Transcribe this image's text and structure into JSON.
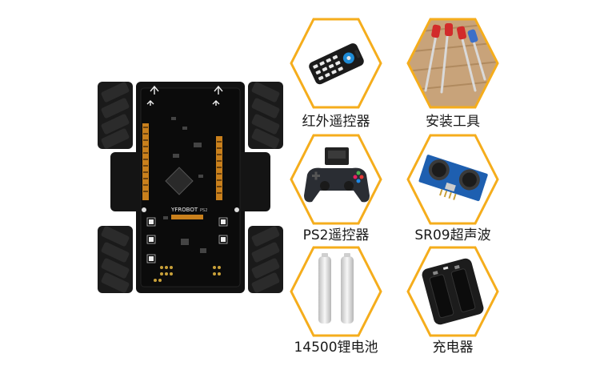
{
  "board": {
    "brand": "YFROBOT",
    "marking": "PS2"
  },
  "colors": {
    "hex_border": "#f5ad1c"
  },
  "accessories": [
    {
      "label": "红外遥控器",
      "icon": "ir-remote-icon"
    },
    {
      "label": "安装工具",
      "icon": "screwdriver-icon"
    },
    {
      "label": "PS2遥控器",
      "icon": "gamepad-icon"
    },
    {
      "label": "SR09超声波",
      "icon": "ultrasonic-sensor-icon"
    },
    {
      "label": "14500锂电池",
      "icon": "battery-icon"
    },
    {
      "label": "充电器",
      "icon": "charger-icon"
    }
  ]
}
